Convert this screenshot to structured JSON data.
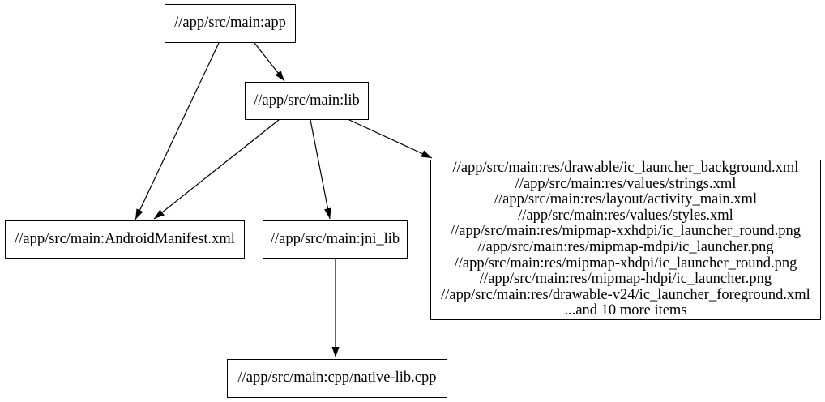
{
  "diagram": {
    "type": "dependency-graph",
    "colors": {
      "background": "#ffffff",
      "node_border": "#000000",
      "node_fill": "#ffffff",
      "text": "#000000",
      "edge": "#000000"
    },
    "nodes": {
      "app": {
        "label": "//app/src/main:app"
      },
      "lib": {
        "label": "//app/src/main:lib"
      },
      "android_manifest": {
        "label": "//app/src/main:AndroidManifest.xml"
      },
      "jni_lib": {
        "label": "//app/src/main:jni_lib"
      },
      "res_files": {
        "lines": [
          "//app/src/main:res/drawable/ic_launcher_background.xml",
          "//app/src/main:res/values/strings.xml",
          "//app/src/main:res/layout/activity_main.xml",
          "//app/src/main:res/values/styles.xml",
          "//app/src/main:res/mipmap-xxhdpi/ic_launcher_round.png",
          "//app/src/main:res/mipmap-mdpi/ic_launcher.png",
          "//app/src/main:res/mipmap-xhdpi/ic_launcher_round.png",
          "//app/src/main:res/mipmap-hdpi/ic_launcher.png",
          "//app/src/main:res/drawable-v24/ic_launcher_foreground.xml",
          "...and 10 more items"
        ]
      },
      "native_lib_cpp": {
        "label": "//app/src/main:cpp/native-lib.cpp"
      }
    },
    "edges": [
      {
        "from": "app",
        "to": "android_manifest"
      },
      {
        "from": "app",
        "to": "lib"
      },
      {
        "from": "lib",
        "to": "android_manifest"
      },
      {
        "from": "lib",
        "to": "jni_lib"
      },
      {
        "from": "lib",
        "to": "res_files"
      },
      {
        "from": "jni_lib",
        "to": "native_lib_cpp"
      }
    ]
  }
}
